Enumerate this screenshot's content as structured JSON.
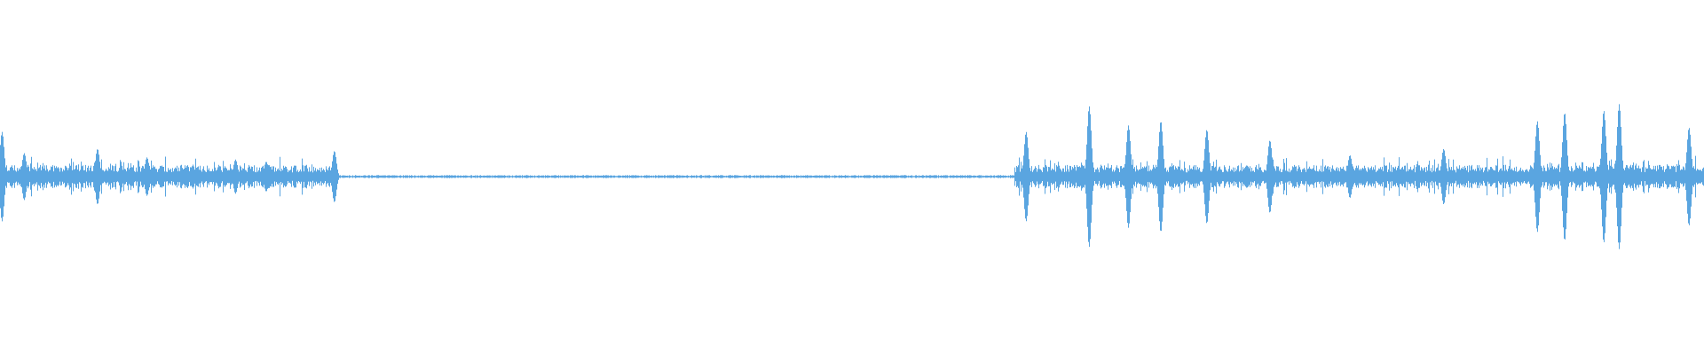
{
  "waveform": {
    "color": "#5aa5e0",
    "background": "#ffffff",
    "segments": [
      {
        "start": 0.0,
        "end": 0.197,
        "level": "active"
      },
      {
        "start": 0.197,
        "end": 0.595,
        "level": "silent"
      },
      {
        "start": 0.595,
        "end": 1.0,
        "level": "active"
      }
    ],
    "peaks": [
      {
        "pos": 0.001,
        "amp": 0.42
      },
      {
        "pos": 0.014,
        "amp": 0.22
      },
      {
        "pos": 0.057,
        "amp": 0.26
      },
      {
        "pos": 0.086,
        "amp": 0.18
      },
      {
        "pos": 0.138,
        "amp": 0.16
      },
      {
        "pos": 0.156,
        "amp": 0.14
      },
      {
        "pos": 0.196,
        "amp": 0.24
      },
      {
        "pos": 0.602,
        "amp": 0.42
      },
      {
        "pos": 0.639,
        "amp": 0.66
      },
      {
        "pos": 0.662,
        "amp": 0.48
      },
      {
        "pos": 0.681,
        "amp": 0.52
      },
      {
        "pos": 0.708,
        "amp": 0.44
      },
      {
        "pos": 0.745,
        "amp": 0.34
      },
      {
        "pos": 0.792,
        "amp": 0.2
      },
      {
        "pos": 0.847,
        "amp": 0.26
      },
      {
        "pos": 0.902,
        "amp": 0.52
      },
      {
        "pos": 0.918,
        "amp": 0.6
      },
      {
        "pos": 0.941,
        "amp": 0.62
      },
      {
        "pos": 0.95,
        "amp": 0.68
      },
      {
        "pos": 0.991,
        "amp": 0.46
      }
    ]
  }
}
